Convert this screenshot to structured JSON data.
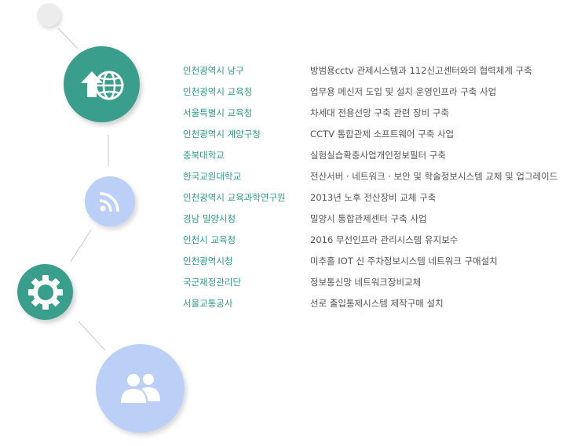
{
  "colors": {
    "teal": "#3a9e8c",
    "light_blue": "#bcd0f7",
    "org_text": "#2e9c86",
    "project_text": "#555555"
  },
  "icons": [
    "globe-upload-icon",
    "rss-icon",
    "gear-icon",
    "people-icon"
  ],
  "projects": [
    {
      "org": "인천광역시 남구",
      "project": "방범용cctv 관제시스템과 112신고센터와의 협력체계 구축"
    },
    {
      "org": "인천광역시 교육청",
      "project": "업무용 메신저 도입 및 설치 운영인프라 구축 사업"
    },
    {
      "org": "서울특별시 교육청",
      "project": "차세대 전용선망 구축 관련 장비 구축"
    },
    {
      "org": "인천광역시 계양구청",
      "project": "CCTV 통합관제 소프트웨어 구축 사업"
    },
    {
      "org": "충북대학교",
      "project": "실험실습확충사업개인정보필터 구축"
    },
    {
      "org": "한국교원대학교",
      "project": "전산서버 · 네트워크 · 보안 및 학술정보시스템 교체 및 업그레이드"
    },
    {
      "org": "인천광역시 교육과학연구원",
      "project": "2013년 노후 전산장비 교체 구축"
    },
    {
      "org": "경남 밀양시청",
      "project": "밀양시 통합관제센터 구축 사업"
    },
    {
      "org": "인천시 교육청",
      "project": "2016 무선인프라 관리시스템 유지보수"
    },
    {
      "org": "인천광역시청",
      "project": "미추홀 IOT 신 주차정보시스템 네트워크 구매설치"
    },
    {
      "org": "국군재정관리단",
      "project": "정보통신망 네트워크장비교체"
    },
    {
      "org": "서울교통공사",
      "project": "선로 출입통제시스템 제작구매 설치"
    }
  ]
}
